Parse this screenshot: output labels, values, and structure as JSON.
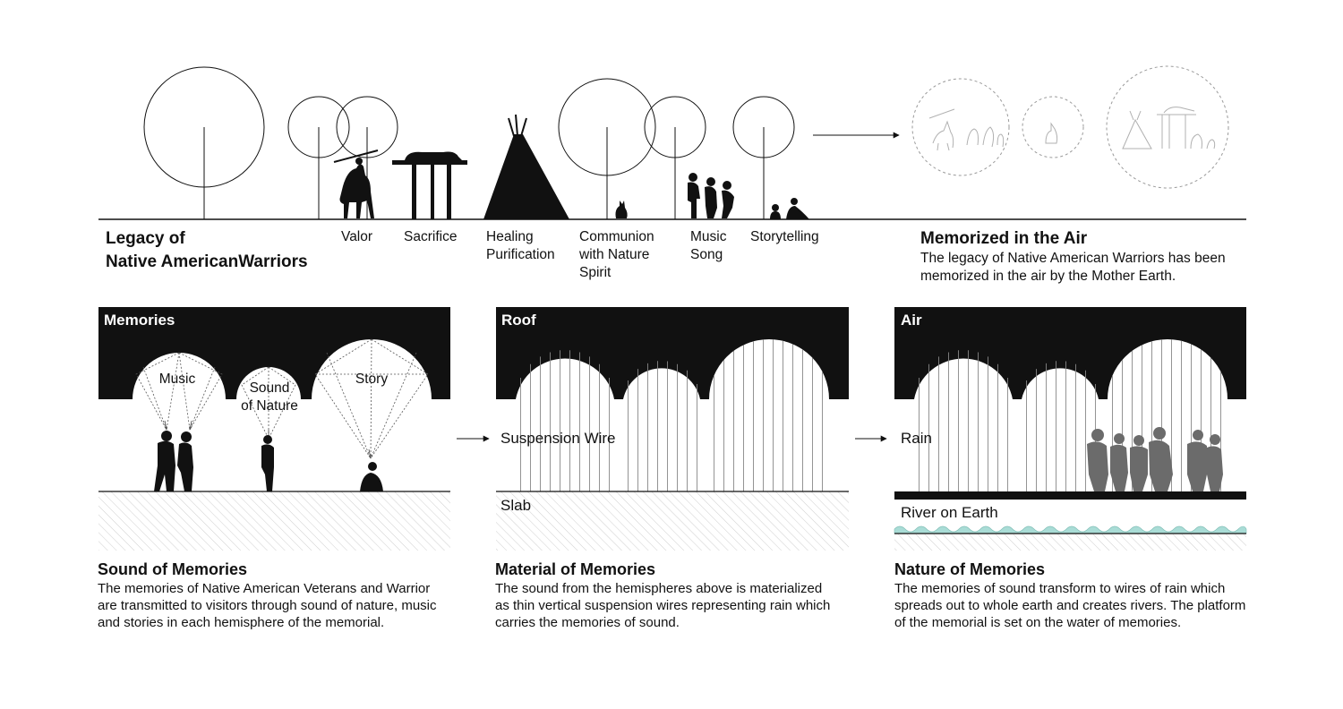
{
  "top": {
    "heading_line1": "Legacy of",
    "heading_line2": "Native AmericanWarriors",
    "labels": {
      "valor": "Valor",
      "sacrifice": "Sacrifice",
      "healing": "Healing",
      "purification": "Purification",
      "communion": "Communion",
      "with_nature": "with Nature",
      "spirit": "Spirit",
      "music": "Music",
      "song": "Song",
      "storytelling": "Storytelling"
    },
    "memorized_title": "Memorized in the Air",
    "memorized_text_line1": "The legacy of Native American Warriors has been",
    "memorized_text_line2": "memorized in the air by the Mother Earth."
  },
  "panels": {
    "memories": {
      "title": "Memories",
      "music": "Music",
      "sound_line1": "Sound",
      "sound_line2": "of Nature",
      "story": "Story"
    },
    "roof": {
      "title": "Roof",
      "wire": "Suspension Wire",
      "slab": "Slab"
    },
    "air": {
      "title": "Air",
      "rain": "Rain",
      "river": "River on Earth"
    }
  },
  "bottom": {
    "sound_title": "Sound of Memories",
    "sound_text": "The memories of Native American Veterans and Warrior are transmitted to visitors through sound of nature, music and stories in each hemisphere of the memorial.",
    "material_title": "Material of Memories",
    "material_text": "The sound from the hemispheres above is materialized as thin vertical suspension wires representing rain which carries the memories of sound.",
    "nature_title": "Nature of Memories",
    "nature_text": "The memories of sound transform to wires of rain which spreads out to whole earth and creates rivers. The platform of the memorial is set on the water of memories."
  },
  "colors": {
    "ink": "#111111",
    "hatch": "#cccccc",
    "ghost": "#9a9a9a",
    "river": "#a9dcd6",
    "crowd": "#6b6b6b"
  }
}
